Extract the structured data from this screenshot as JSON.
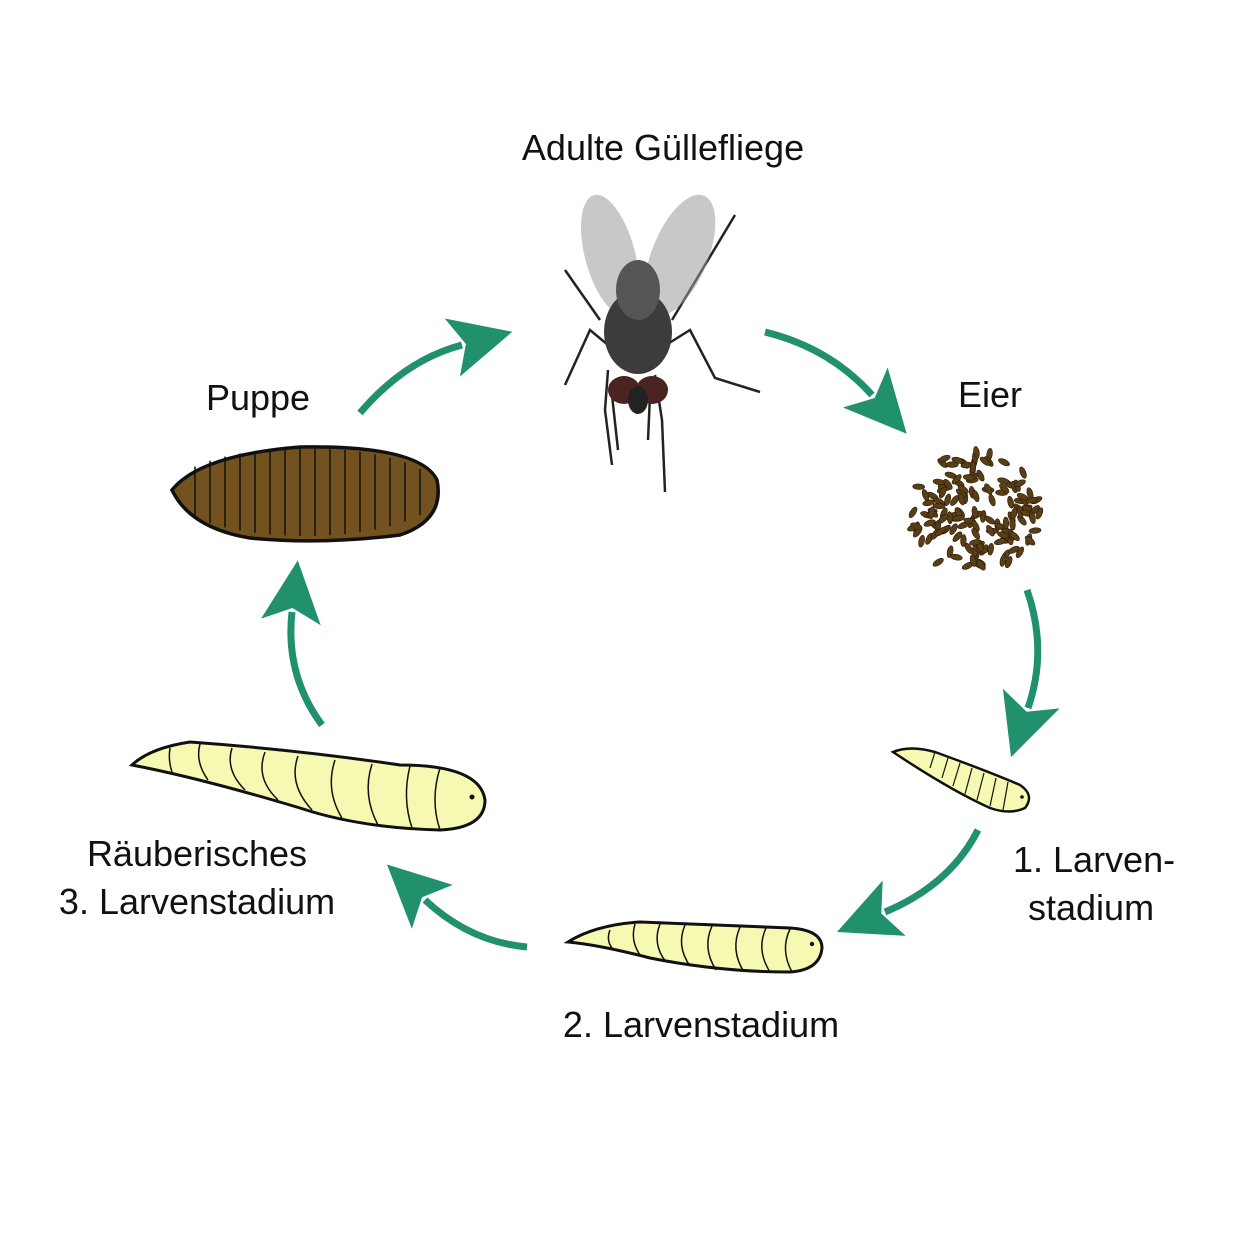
{
  "labels": {
    "adult": "Adulte Güllefliege",
    "eggs": "Eier",
    "larva1_line1": "1. Larven-",
    "larva1_line2": "stadium",
    "larva2": "2. Larvenstadium",
    "larva3_line1": "Räuberisches",
    "larva3_line2": "3. Larvenstadium",
    "pupa": "Puppe"
  },
  "colors": {
    "arrow": "#21906c",
    "pupa": "#735220",
    "larva": "#f6f9b2",
    "egg": "#5a3e16"
  }
}
